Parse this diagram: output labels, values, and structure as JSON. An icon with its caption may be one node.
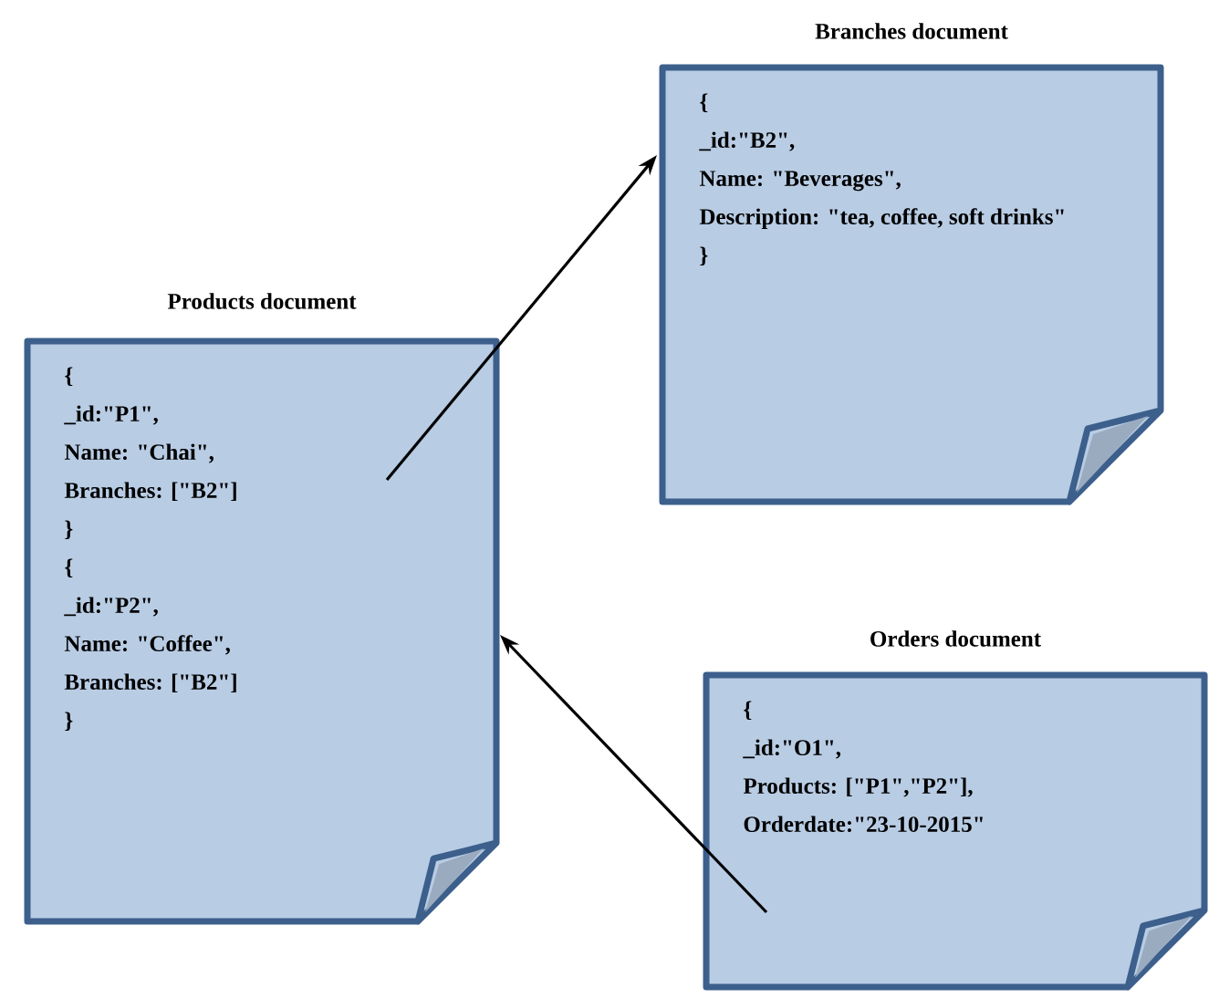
{
  "diagram": {
    "nodes": [
      {
        "text": [
          "Products document",
          "{",
          "_id:\"P1\",",
          "Name: \"Chai\",",
          "Branches: [\"B2\"]",
          "}",
          "{",
          "_id:\"P2\",",
          "Name: \"Coffee\",",
          "Branches: [\"B2\"]",
          "}"
        ]
      },
      {
        "text": [
          "Branches document",
          "{",
          "_id:\"B2\",",
          "Name: \"Beverages\",",
          "Description: \"tea, coffee, soft drinks\"",
          "}"
        ]
      },
      {
        "text": [
          "Orders document",
          "{",
          "_id:\"O1\",",
          "Products: [\"P1\",\"P2\"],",
          "Orderdate:\"23-10-2015\""
        ]
      }
    ],
    "edges": [
      {
        "from": 0,
        "to": 1,
        "arrow": "to"
      },
      {
        "from": 2,
        "to": 0,
        "arrow": "to"
      }
    ]
  }
}
